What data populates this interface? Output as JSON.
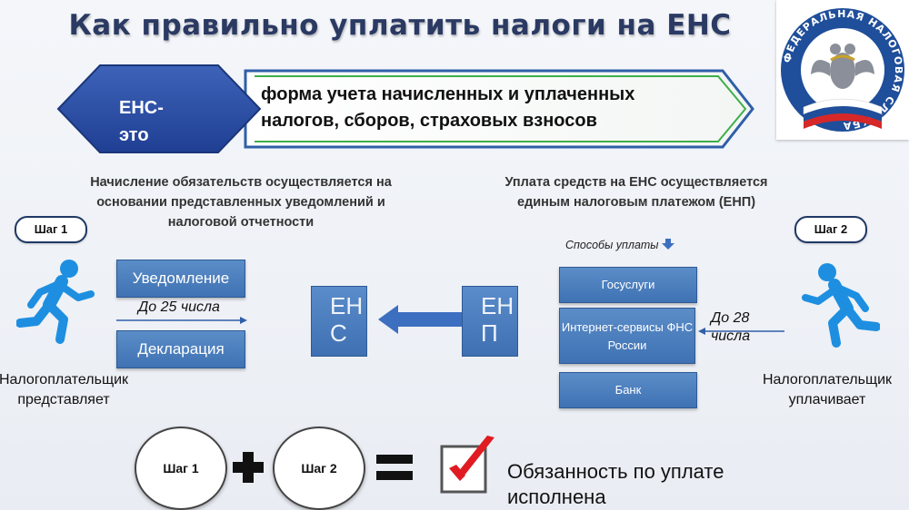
{
  "title": "Как правильно уплатить налоги на ЕНС",
  "definition": {
    "label_line1": "ЕНС-",
    "label_line2": "это",
    "text": "форма учета начисленных и уплаченных налогов, сборов, страховых взносов"
  },
  "left": {
    "caption_line1": "Начисление обязательств осуществляется на",
    "caption_line2": "основании представленных уведомлений и",
    "caption_line3": "налоговой отчетности",
    "step": "Шаг 1",
    "doc1": "Уведомление",
    "deadline": "До 25 числа",
    "doc2": "Декларация",
    "person_line1": "Налогоплательщик",
    "person_line2": "представляет"
  },
  "center": {
    "ens": "ЕНС",
    "enp": "ЕНП"
  },
  "right": {
    "caption_line1": "Уплата средств на ЕНС осуществляется",
    "caption_line2": "единым налоговым платежом (ЕНП)",
    "step": "Шаг 2",
    "methods_label": "Способы уплаты",
    "methods": [
      "Госуслуги",
      "Интернет-сервисы ФНС России",
      "Банк"
    ],
    "deadline_line1": "До 28",
    "deadline_line2": "числа",
    "person_line1": "Налогоплательщик",
    "person_line2": "уплачивает"
  },
  "bottom": {
    "step1": "Шаг 1",
    "step2": "Шаг 2",
    "result_line1": "Обязанность по уплате",
    "result_line2": "исполнена"
  },
  "logo": {
    "text": "ФЕДЕРАЛЬНАЯ НАЛОГОВАЯ СЛУЖБА"
  },
  "colors": {
    "accent": "#2f5fa8",
    "arrow_green": "#3fae49",
    "check_red": "#e01b22",
    "title": "#2b3a63"
  },
  "icons": [
    "running-person-icon",
    "arrow-left-icon",
    "plus-icon",
    "equals-icon",
    "checkbox-checked-icon",
    "arrow-down-icon",
    "fns-emblem-icon"
  ]
}
